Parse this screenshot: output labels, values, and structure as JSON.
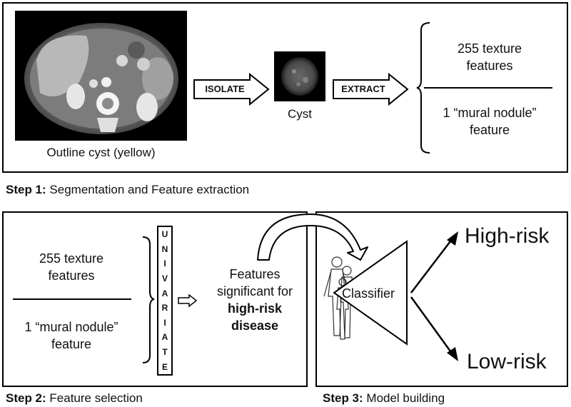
{
  "step1": {
    "label_bold": "Step 1:",
    "label_rest": " Segmentation and Feature extraction",
    "ct_caption": "Outline cyst (yellow)",
    "isolate_label": "ISOLATE",
    "cyst_caption": "Cyst",
    "extract_label": "EXTRACT",
    "texture_features": [
      "255 texture",
      "features"
    ],
    "mural_feature": [
      "1 “mural nodule”",
      "feature"
    ]
  },
  "step2": {
    "label_bold": "Step 2:",
    "label_rest": " Feature selection",
    "texture_features": [
      "255 texture",
      "features"
    ],
    "mural_feature": [
      "1 “mural nodule”",
      "feature"
    ],
    "univariate_letters": [
      "U",
      "N",
      "I",
      "V",
      "A",
      "R",
      "I",
      "A",
      "T",
      "E"
    ],
    "result_lines": [
      "Features",
      "significant for"
    ],
    "result_bold": [
      "high-risk",
      "disease"
    ]
  },
  "step3": {
    "label_bold": "Step 3:",
    "label_rest": " Model building",
    "classifier": "Classifier",
    "high_risk": "High-risk",
    "low_risk": "Low-risk"
  }
}
